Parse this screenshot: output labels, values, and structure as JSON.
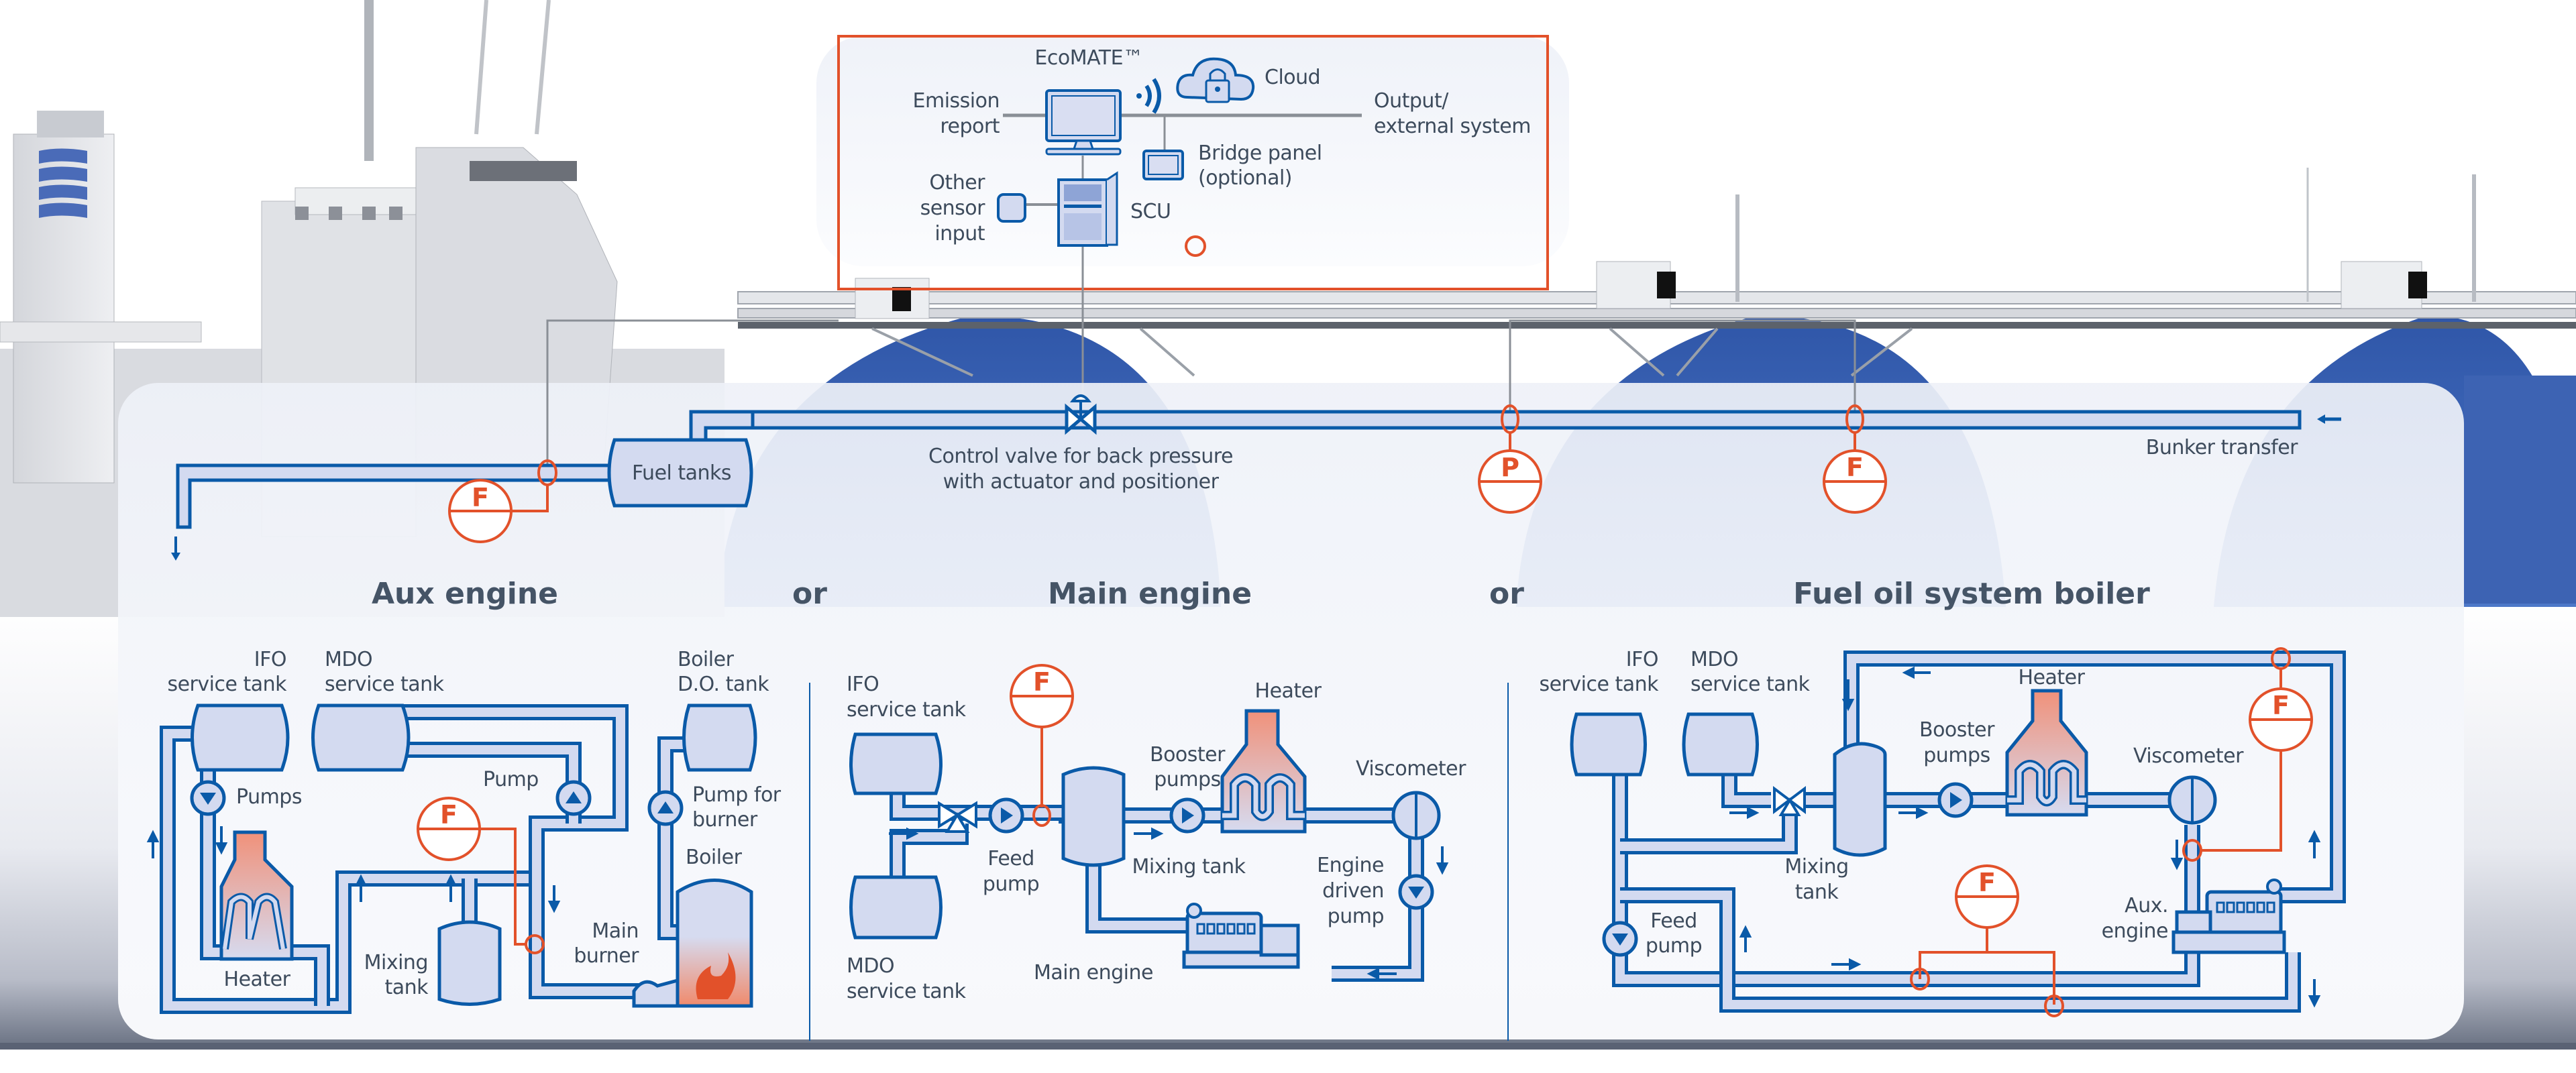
{
  "colors": {
    "pipe_stroke": "#0a5aa8",
    "pipe_fill": "#d3daf0",
    "instrument": "#e2512a",
    "signal_line": "#8a8f96",
    "text": "#3d4b5c",
    "title": "#455466",
    "heater_top": "#f0927a",
    "hull_blue": "#3a62b4",
    "panel": "#f4f6fb"
  },
  "ecomate": {
    "title": "EcoMATE™",
    "cloud": "Cloud",
    "emission_report": [
      "Emission",
      "report"
    ],
    "output": [
      "Output/",
      "external system"
    ],
    "bridge_panel": [
      "Bridge panel",
      "(optional)"
    ],
    "other_sensor": [
      "Other",
      "sensor",
      "input"
    ],
    "scu": "SCU",
    "icons": [
      "monitor-icon",
      "wifi-signal-icon",
      "cloud-lock-icon",
      "bridge-panel-icon",
      "sensor-icon",
      "scu-cabinet-icon"
    ]
  },
  "bunker": {
    "fuel_tanks": "Fuel tanks",
    "control_valve": [
      "Control valve for back pressure",
      "with actuator and positioner"
    ],
    "bunker_transfer": "Bunker transfer",
    "gauges": [
      {
        "letter": "F",
        "type": "flow"
      },
      {
        "letter": "P",
        "type": "pressure"
      },
      {
        "letter": "F",
        "type": "flow"
      }
    ]
  },
  "sections": {
    "separator": "or",
    "aux": {
      "title": "Aux engine",
      "ifo": [
        "IFO",
        "service tank"
      ],
      "mdo": [
        "MDO",
        "service tank"
      ],
      "boiler_do": [
        "Boiler",
        "D.O. tank"
      ],
      "pumps": "Pumps",
      "pump": "Pump",
      "pump_burner": [
        "Pump for",
        "burner"
      ],
      "boiler": "Boiler",
      "heater": "Heater",
      "mixing": [
        "Mixing",
        "tank"
      ],
      "main_burner": [
        "Main",
        "burner"
      ],
      "gauge": "F"
    },
    "main": {
      "title": "Main engine",
      "ifo": [
        "IFO",
        "service tank"
      ],
      "mdo": [
        "MDO",
        "service tank"
      ],
      "feed_pump": [
        "Feed",
        "pump"
      ],
      "booster": [
        "Booster",
        "pumps"
      ],
      "heater": "Heater",
      "viscometer": "Viscometer",
      "mixing": "Mixing tank",
      "engine_driven": [
        "Engine",
        "driven",
        "pump"
      ],
      "main_engine": "Main engine",
      "gauge": "F"
    },
    "boiler": {
      "title": "Fuel oil system boiler",
      "ifo": [
        "IFO",
        "service tank"
      ],
      "mdo": [
        "MDO",
        "service tank"
      ],
      "heater": "Heater",
      "booster": [
        "Booster",
        "pumps"
      ],
      "viscometer": "Viscometer",
      "mixing": [
        "Mixing",
        "tank"
      ],
      "feed_pump": [
        "Feed",
        "pump"
      ],
      "aux_engine": [
        "Aux.",
        "engine"
      ],
      "gauges": [
        "F",
        "F"
      ]
    }
  }
}
